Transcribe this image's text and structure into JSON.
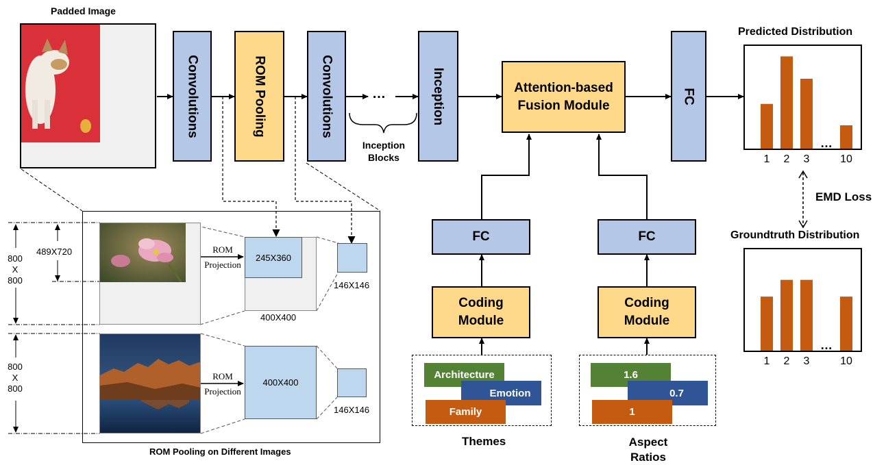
{
  "labels": {
    "padded_image": "Padded Image",
    "convolutions_1": "Convolutions",
    "rom_pooling": "ROM Pooling",
    "convolutions_2": "Convolutions",
    "ellipsis": "…",
    "inception_blocks": "Inception Blocks",
    "inception": "Inception",
    "attention_fusion": "Attention-based Fusion Module",
    "fc_top": "FC",
    "predicted_distribution": "Predicted Distribution",
    "emd_loss": "EMD Loss",
    "groundtruth_distribution": "Groundtruth Distribution",
    "fc_themes": "FC",
    "fc_ratios": "FC",
    "coding_module_themes": "Coding Module",
    "coding_module_ratios": "Coding Module",
    "themes": "Themes",
    "aspect_ratios": "Aspect Ratios",
    "rom_caption": "ROM Pooling on Different Images"
  },
  "rom_panel": {
    "row1": {
      "outer_size": "800\nX\n800",
      "inner_size": "489X720",
      "projection": "ROM\nProjection",
      "pooled_inner": "245X360",
      "pooled_outer": "400X400",
      "output": "146X146"
    },
    "row2": {
      "outer_size": "800\nX\n800",
      "projection": "ROM\nProjection",
      "pooled": "400X400",
      "output": "146X146"
    }
  },
  "themes_tags": [
    "Architecture",
    "Emotion",
    "Family"
  ],
  "ratio_tags": [
    "1.6",
    "0.7",
    "1"
  ],
  "colors": {
    "blue_box": "#b4c7e7",
    "yellow_box": "#ffd98a",
    "bar": "#c55a11",
    "green_tag": "#548235",
    "blue_tag": "#2f5597",
    "orange_tag": "#c55a11"
  },
  "chart_data": [
    {
      "type": "bar",
      "title": "Predicted Distribution",
      "categories": [
        "1",
        "2",
        "3",
        "...",
        "10"
      ],
      "values": [
        0.48,
        0.99,
        0.75,
        null,
        0.25
      ],
      "ylim": [
        0,
        1
      ]
    },
    {
      "type": "bar",
      "title": "Groundtruth Distribution",
      "categories": [
        "1",
        "2",
        "3",
        "...",
        "10"
      ],
      "values": [
        0.58,
        0.76,
        0.76,
        null,
        0.58
      ],
      "ylim": [
        0,
        1
      ]
    }
  ]
}
